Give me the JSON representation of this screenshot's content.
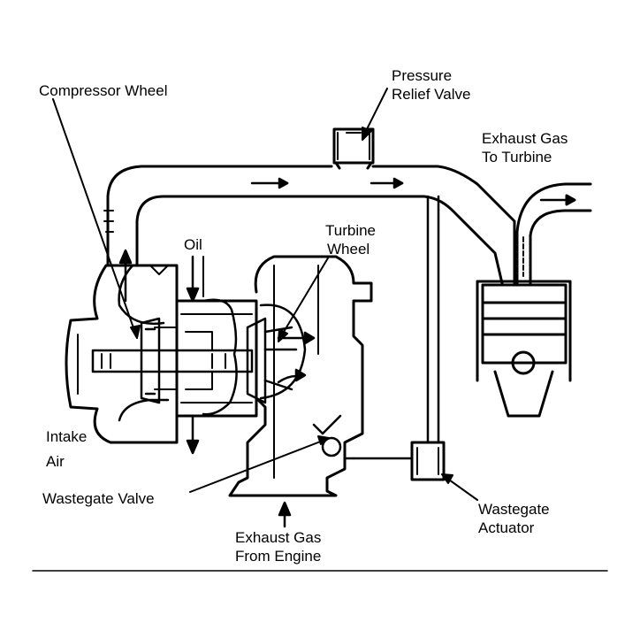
{
  "labels": {
    "pressure_relief_valve": [
      "Pressure",
      "Relief Valve"
    ],
    "compressor_wheel": "Compressor Wheel",
    "exhaust_gas_to_turbine": [
      "Exhaust Gas",
      "To Turbine"
    ],
    "turbine_wheel": [
      "Turbine",
      "Wheel"
    ],
    "oil": "Oil",
    "intake_air": [
      "Intake",
      "Air"
    ],
    "wastegate_valve": "Wastegate Valve",
    "exhaust_gas_from_engine": [
      "Exhaust Gas",
      "From Engine"
    ],
    "wastegate_actuator": [
      "Wastegate",
      "Actuator"
    ]
  },
  "colors": {
    "ink": "#000000",
    "paper": "#ffffff"
  }
}
